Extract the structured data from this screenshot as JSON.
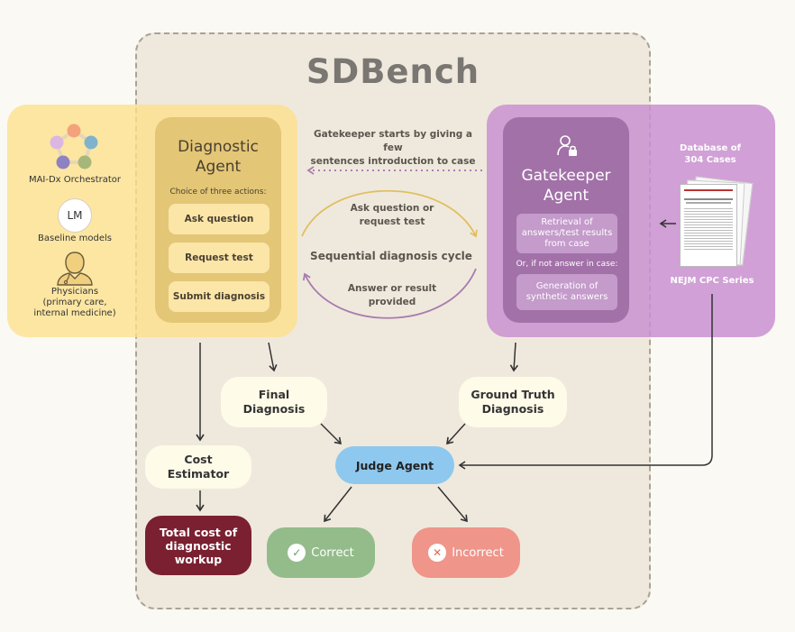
{
  "title": "SDBench",
  "left_panel": {
    "orchestrator_label": "MAI-Dx Orchestrator",
    "lm_badge": "LM",
    "baseline_label": "Baseline models",
    "physicians_label": "Physicians\n(primary care,\ninternal medicine)"
  },
  "diagnostic_agent": {
    "title": "Diagnostic\nAgent",
    "subtitle": "Choice of three actions:",
    "actions": [
      "Ask question",
      "Request test",
      "Submit diagnosis"
    ]
  },
  "cycle": {
    "intro_text": "Gatekeeper starts by giving a few\nsentences introduction to case",
    "ask_text": "Ask question or\nrequest test",
    "center_text": "Sequential diagnosis cycle",
    "answer_text": "Answer or result\nprovided"
  },
  "gatekeeper_agent": {
    "title": "Gatekeeper\nAgent",
    "retrieval": "Retrieval of\nanswers/test results\nfrom case",
    "or_text": "Or, if not answer in case:",
    "generation": "Generation of\nsynthetic answers"
  },
  "database": {
    "title": "Database of\n304 Cases",
    "series": "NEJM CPC Series"
  },
  "final_diagnosis": "Final\nDiagnosis",
  "ground_truth": "Ground Truth\nDiagnosis",
  "judge_agent": "Judge Agent",
  "cost_estimator": "Cost\nEstimator",
  "total_cost": "Total cost of\ndiagnostic\nworkup",
  "correct": "Correct",
  "incorrect": "Incorrect",
  "colors": {
    "left_panel": "#fde08a",
    "right_panel": "#c991d0",
    "diagnostic_agent": "#e3c676",
    "gatekeeper_agent": "#a271a8",
    "judge": "#8ec8ee",
    "total_cost": "#7a2030",
    "correct": "#93bc8a",
    "incorrect": "#ef958a",
    "cycle_top_arrow": "#e6c56a",
    "cycle_bottom_arrow": "#a87cae"
  }
}
